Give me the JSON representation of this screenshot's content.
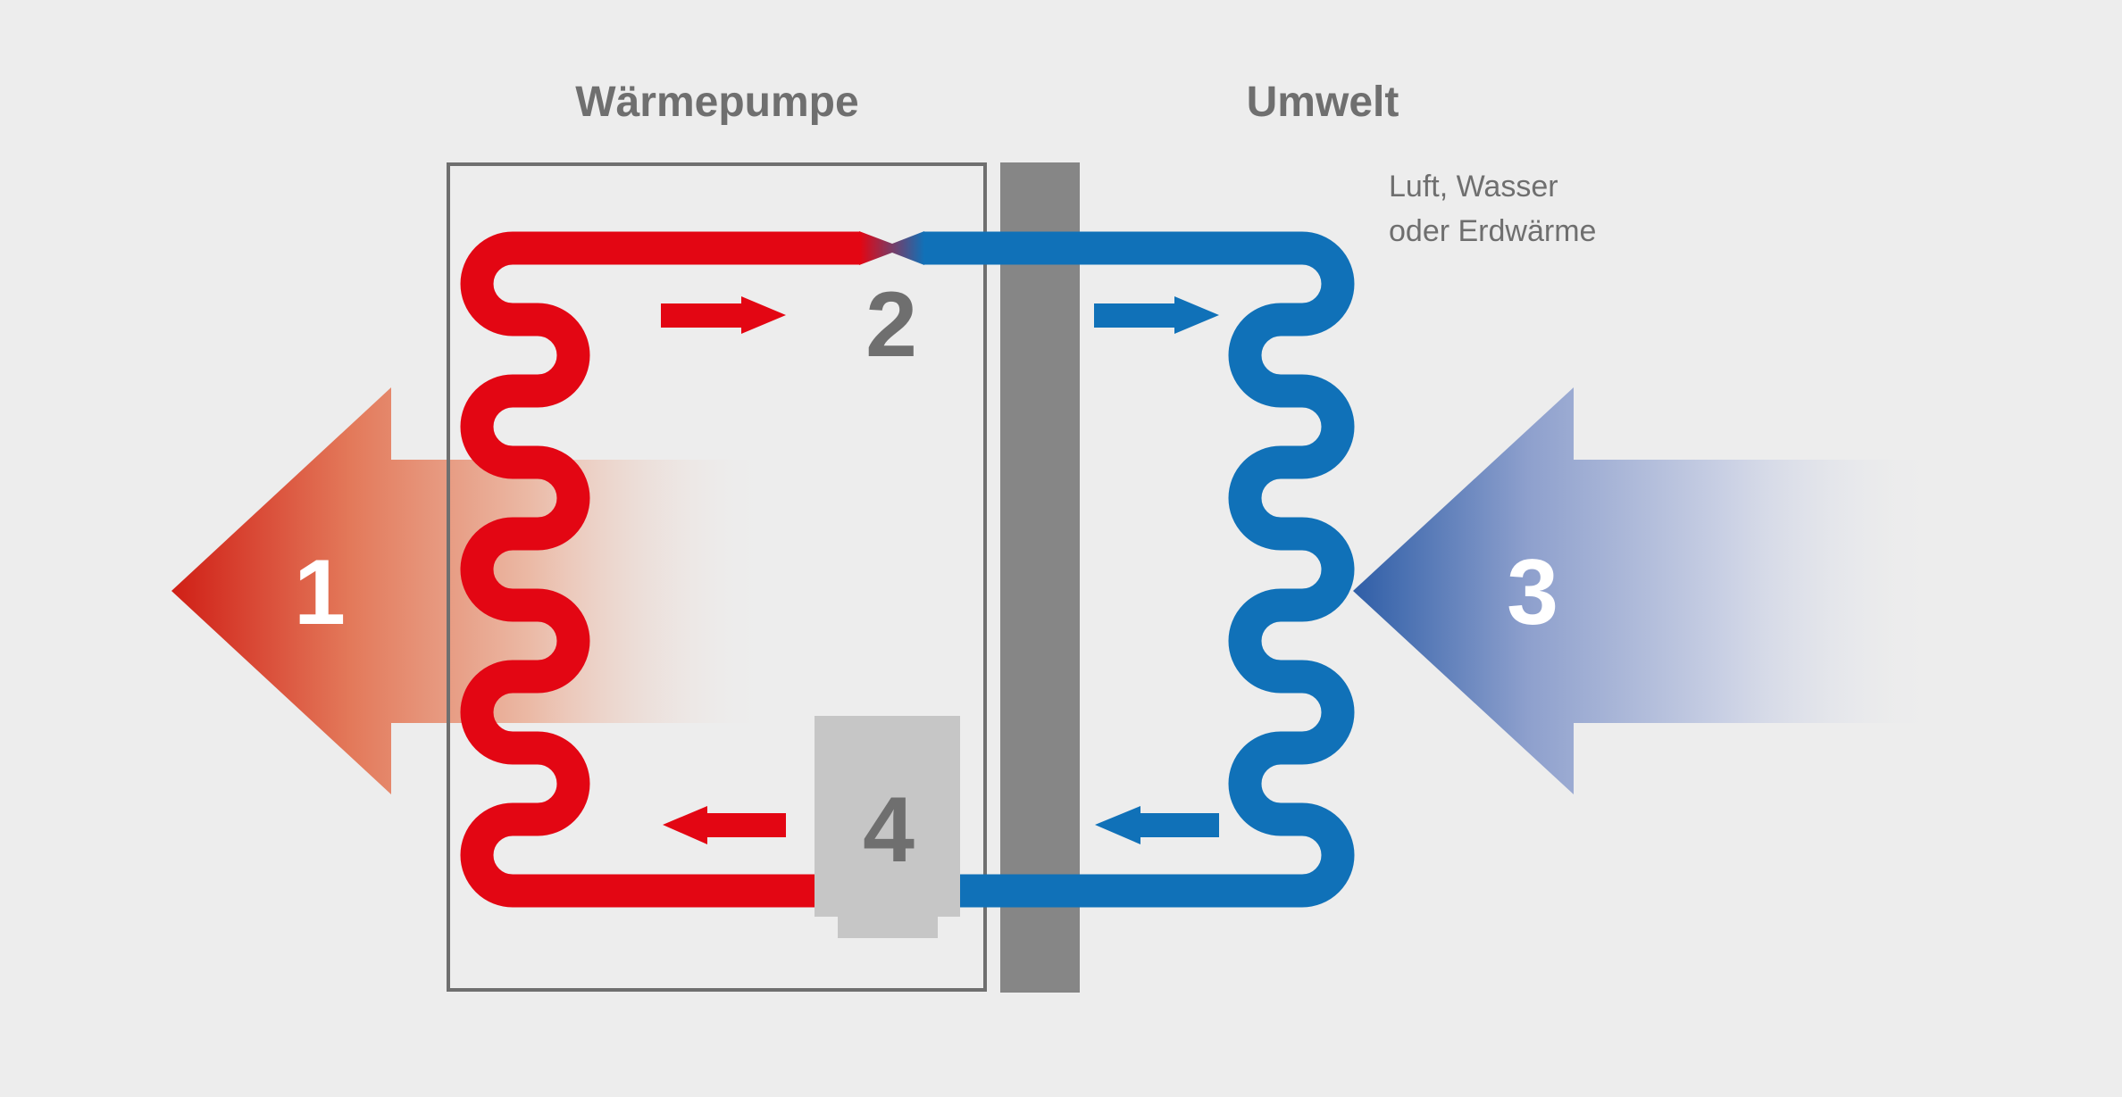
{
  "labels": {
    "heat_pump": "Wärmepumpe",
    "environment": "Umwelt",
    "source_line1": "Luft, Wasser",
    "source_line2": "oder Erdwärme"
  },
  "markers": {
    "m1": "1",
    "m2": "2",
    "m3": "3",
    "m4": "4"
  },
  "colors": {
    "background": "#ededed",
    "hot_red": "#e30613",
    "cold_blue": "#1071b8",
    "wall_gray": "#868686",
    "box_gray": "#6f6f6f",
    "valve_gray": "#c6c6c6"
  }
}
